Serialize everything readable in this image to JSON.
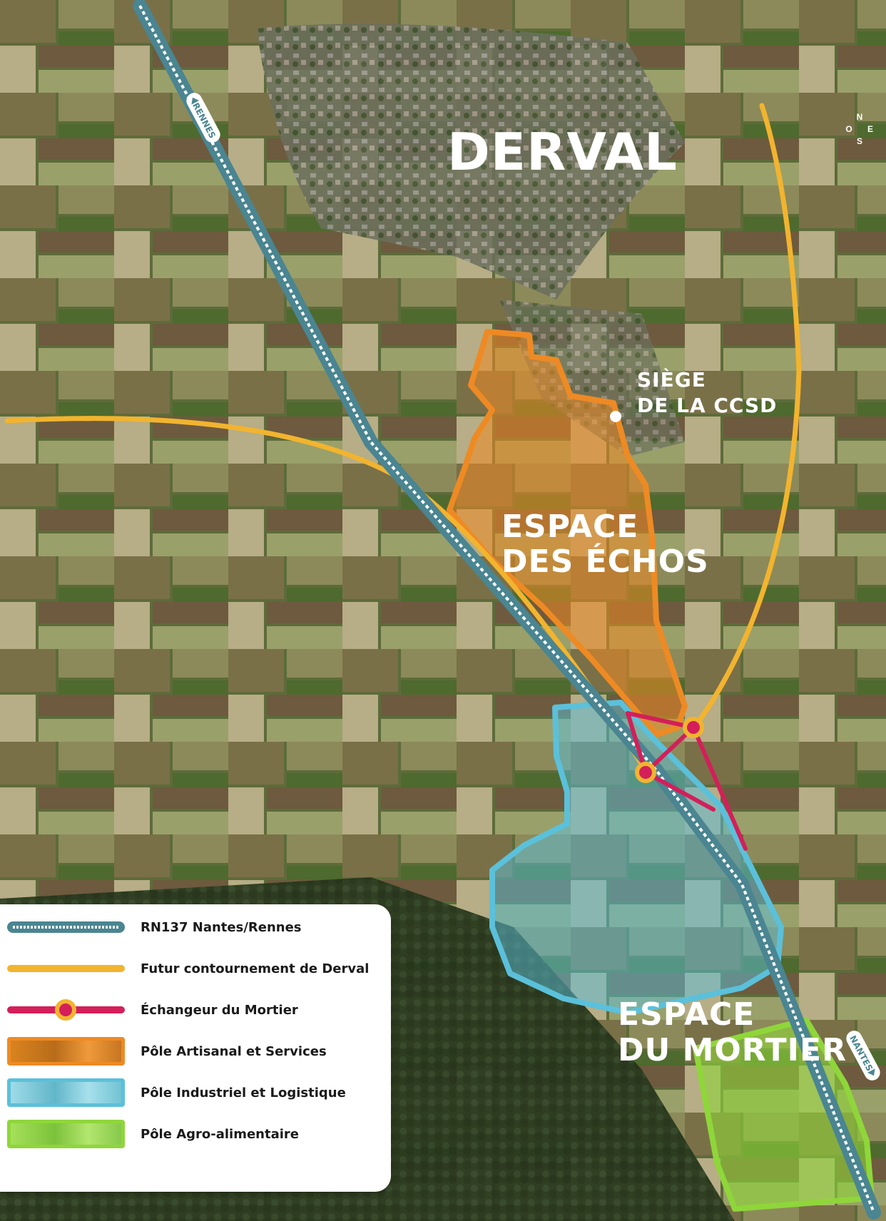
{
  "map": {
    "town_label": "DERVAL",
    "hq_label_line1": "SIÈGE",
    "hq_label_line2": "DE LA CCSD",
    "zone_echos_line1": "ESPACE",
    "zone_echos_line2": "DES ÉCHOS",
    "zone_mortier_line1": "ESPACE",
    "zone_mortier_line2": "DU MORTIER",
    "road_rennes_label": "RENNES",
    "road_nantes_label": "NANTES",
    "compass": {
      "n": "N",
      "o": "O",
      "e": "E",
      "s": "S"
    }
  },
  "legend": {
    "items": [
      {
        "label": "RN137 Nantes/Rennes",
        "symbol": "road",
        "color": "#4a8591"
      },
      {
        "label": "Futur contournement de Derval",
        "symbol": "line",
        "color": "#f2b42f"
      },
      {
        "label": "Échangeur du Mortier",
        "symbol": "interchange",
        "color": "#d31f5a"
      },
      {
        "label": "Pôle Artisanal et Services",
        "symbol": "area",
        "color": "#ee8a24"
      },
      {
        "label": "Pôle Industriel et Logistique",
        "symbol": "area",
        "color": "#5bc0da"
      },
      {
        "label": "Pôle Agro-alimentaire",
        "symbol": "area",
        "color": "#8fd63a"
      }
    ]
  },
  "colors": {
    "road": "#4a8591",
    "bypass": "#f2b42f",
    "interchange": "#d31f5a",
    "artisanal": "#ee8a24",
    "industrial": "#5bc0da",
    "agro": "#8fd63a"
  }
}
